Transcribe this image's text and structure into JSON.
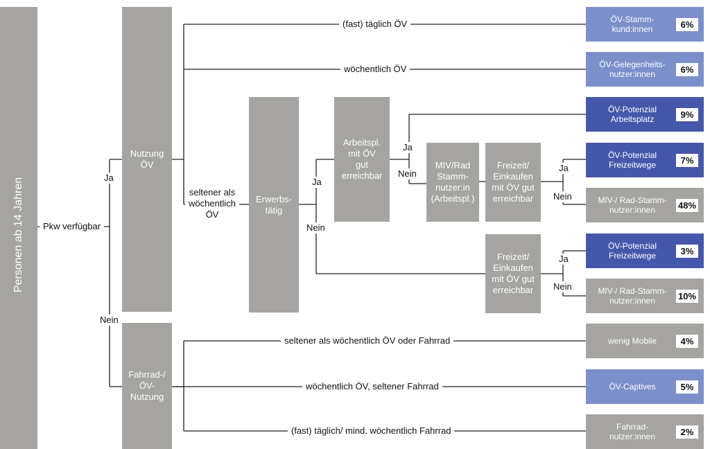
{
  "root": "Personen ab 14 Jahren",
  "pkw": "Pkw verfügbar",
  "branch_ja": "Ja",
  "branch_nein": "Nein",
  "nodes": {
    "nutzung_oev": "Nutzung\nÖV",
    "fahrrad_oev_nutzung": "Fahrrad-/\nÖV-\nNutzung",
    "erwerbstaetig": "Erwerbs-\ntätig",
    "arbeitspl_gut": "Arbeitspl.\nmit ÖV\ngut\nerreichbar",
    "miv_rad_stamm": "MIV/Rad\nStamm-\nnutzer:in\n(Arbeitspl.)",
    "freizeit_1": "Freizeit/\nEinkaufen\nmit ÖV gut\nerreichbar",
    "freizeit_2": "Freizeit/\nEinkaufen\nmit ÖV gut\nerreichbar"
  },
  "edges": {
    "fast_taeglich_oev": "(fast) täglich ÖV",
    "woechentlich_oev": "wöchentlich ÖV",
    "seltener_als_woechentlich_oev": "seltener als\nwöchentlich\nÖV",
    "seltener_oev_oder_fahrrad": "seltener als wöchentlich ÖV oder Fahrrad",
    "woechentlich_oev_seltener_fahrrad": "wöchentlich ÖV, seltener Fahrrad",
    "fast_taeglich_fahrrad": "(fast) täglich/ mind. wöchentlich Fahrrad"
  },
  "outcomes": [
    {
      "label": "ÖV-Stamm-\nkund:innen",
      "pct": "6%",
      "color": "#7b8fcb"
    },
    {
      "label": "ÖV-Gelegenheits-\nnutzer:innen",
      "pct": "6%",
      "color": "#7b8fcb"
    },
    {
      "label": "ÖV-Potenzial\nArbeitsplatz",
      "pct": "9%",
      "color": "#4457ab"
    },
    {
      "label": "ÖV-Potenzial\nFreizeitwege",
      "pct": "7%",
      "color": "#4457ab"
    },
    {
      "label": "MIV-/ Rad-Stamm-\nnutzer:innen",
      "pct": "48%",
      "color": "#a5a4a0"
    },
    {
      "label": "ÖV-Potenzial\nFreizeitwege",
      "pct": "3%",
      "color": "#4457ab"
    },
    {
      "label": "MIV-/ Rad-Stamm-\nnutzer:innen",
      "pct": "10%",
      "color": "#a5a4a0"
    },
    {
      "label": "wenig Mobile",
      "pct": "4%",
      "color": "#a5a4a0"
    },
    {
      "label": "ÖV-Captives",
      "pct": "5%",
      "color": "#7b8fcb"
    },
    {
      "label": "Fahrrad-\nnutzer:innen",
      "pct": "2%",
      "color": "#a5a4a0"
    }
  ]
}
